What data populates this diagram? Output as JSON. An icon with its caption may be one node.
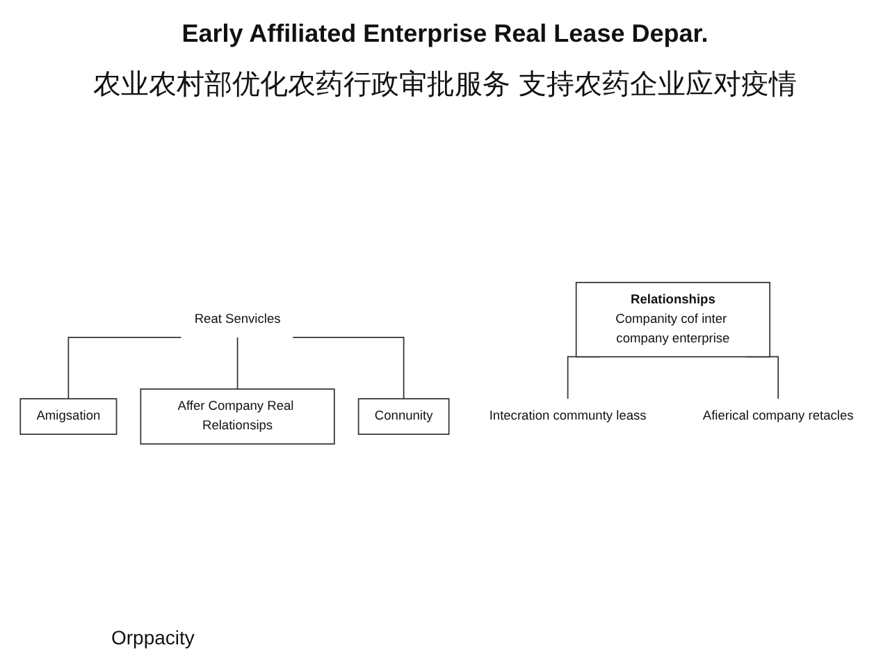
{
  "diagram": {
    "title": "Early Affiliated Enterprise Real Lease Depar.",
    "nodes": [
      {
        "text": [
          "Reat Senvicles"
        ]
      },
      {
        "text": [
          "Amigsation"
        ]
      },
      {
        "text": [
          "Affer Company Real Relationsips"
        ]
      },
      {
        "text": [
          "Connunity"
        ]
      },
      {
        "text": [
          "Relationships",
          "Companity cof inter company enterprise"
        ]
      },
      {
        "text": [
          "Intecration communty leass"
        ]
      },
      {
        "text": [
          "Afierical company retacles"
        ]
      }
    ],
    "edges": [
      {
        "from": 0,
        "to": 1,
        "arrow": "none"
      },
      {
        "from": 0,
        "to": 2,
        "arrow": "none"
      },
      {
        "from": 0,
        "to": 3,
        "arrow": "none"
      },
      {
        "from": 4,
        "to": 5,
        "arrow": "none"
      },
      {
        "from": 4,
        "to": 6,
        "arrow": "none"
      }
    ],
    "labels": [
      "农业农村部优化农药行政审批服务 支持农药企业应对疫情",
      "Orppacity"
    ]
  }
}
